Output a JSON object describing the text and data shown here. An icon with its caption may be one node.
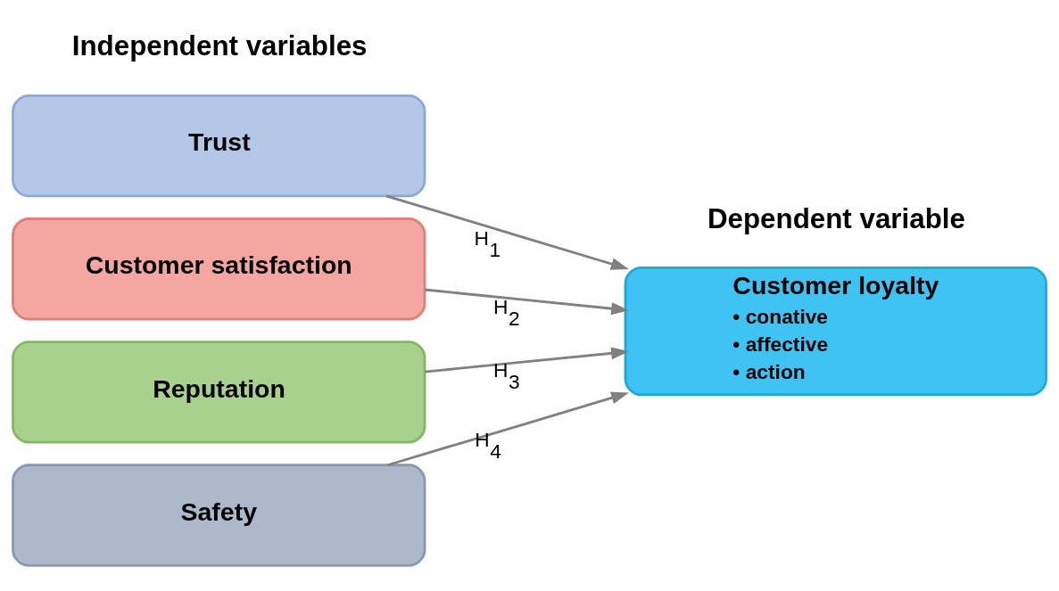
{
  "diagram": {
    "nodes": [
      {
        "text": [
          "Trust"
        ]
      },
      {
        "text": [
          "Customer satisfaction"
        ]
      },
      {
        "text": [
          "Reputation"
        ]
      },
      {
        "text": [
          "Safety"
        ]
      },
      {
        "text": [
          "Customer loyalty",
          "• conative",
          "• affective",
          "• action"
        ]
      }
    ],
    "edges": [
      {
        "from": 0,
        "to": 4,
        "arrow": "to",
        "label": "H$_{1}$"
      },
      {
        "from": 1,
        "to": 4,
        "arrow": "to",
        "label": "H$_{2}$"
      },
      {
        "from": 2,
        "to": 4,
        "arrow": "to",
        "label": "H$_{3}$"
      },
      {
        "from": 3,
        "to": 4,
        "arrow": "to",
        "label": "H$_{4}$"
      }
    ],
    "labels": [
      "Independent variables",
      "Dependent variable"
    ]
  }
}
